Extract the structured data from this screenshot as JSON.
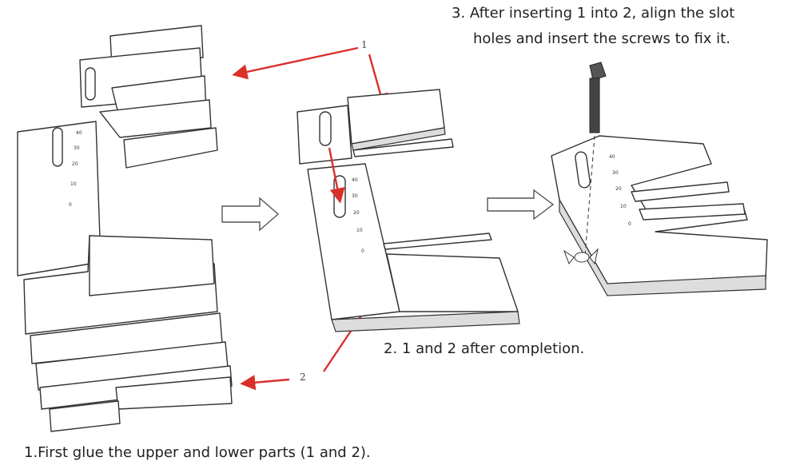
{
  "steps": {
    "step1": "1.First glue the upper and lower parts (1 and 2).",
    "step2": "2. 1 and 2 after completion.",
    "step3_line1": "3. After inserting 1 into 2, align the slot",
    "step3_line2": "holes and insert the screws to fix it."
  },
  "part_labels": {
    "part1": "1",
    "part2": "2"
  },
  "ruler_marks": [
    "40",
    "30",
    "20",
    "10",
    "0"
  ],
  "colors": {
    "arrow": "#d9302a",
    "outline": "#333333"
  }
}
